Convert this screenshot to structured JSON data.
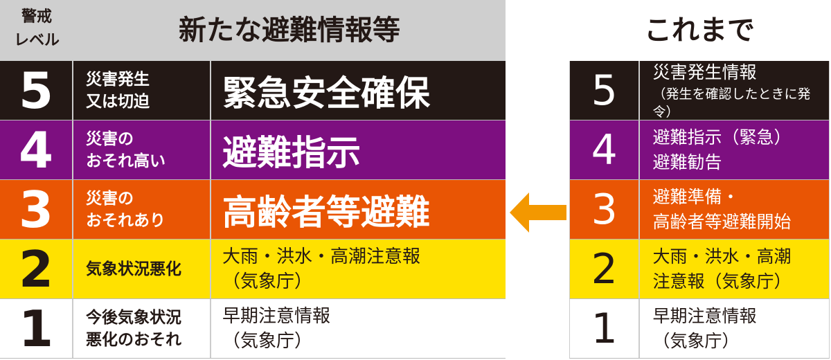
{
  "header": {
    "level_label_1": "警戒",
    "level_label_2": "レベル",
    "new_title": "新たな避難情報等",
    "old_title": "これまで"
  },
  "colors": {
    "5": "#231815",
    "4": "#7d0f80",
    "3": "#e95504",
    "2": "#ffe100",
    "1": "#ffffff",
    "arrow": "#f39800",
    "header": "#cfcfcf"
  },
  "new_rows": [
    {
      "level": "5",
      "condition": "災害発生\n又は切迫",
      "info": "緊急安全確保"
    },
    {
      "level": "4",
      "condition": "災害の\nおそれ高い",
      "info": "避難指示"
    },
    {
      "level": "3",
      "condition": "災害の\nおそれあり",
      "info": "高齢者等避難"
    },
    {
      "level": "2",
      "condition": "気象状況悪化",
      "info": "大雨・洪水・高潮注意報\n（気象庁）"
    },
    {
      "level": "1",
      "condition": "今後気象状況\n悪化のおそれ",
      "info": "早期注意情報\n（気象庁）"
    }
  ],
  "old_rows": [
    {
      "level": "5",
      "line1": "災害発生情報",
      "line2": "（発生を確認したときに発令）"
    },
    {
      "level": "4",
      "line1": "避難指示（緊急）",
      "line2": "避難勧告"
    },
    {
      "level": "3",
      "line1": "避難準備・",
      "line2": "高齢者等避難開始"
    },
    {
      "level": "2",
      "line1": "大雨・洪水・高潮",
      "line2": "注意報（気象庁）"
    },
    {
      "level": "1",
      "line1": "早期注意情報",
      "line2": "（気象庁）"
    }
  ]
}
